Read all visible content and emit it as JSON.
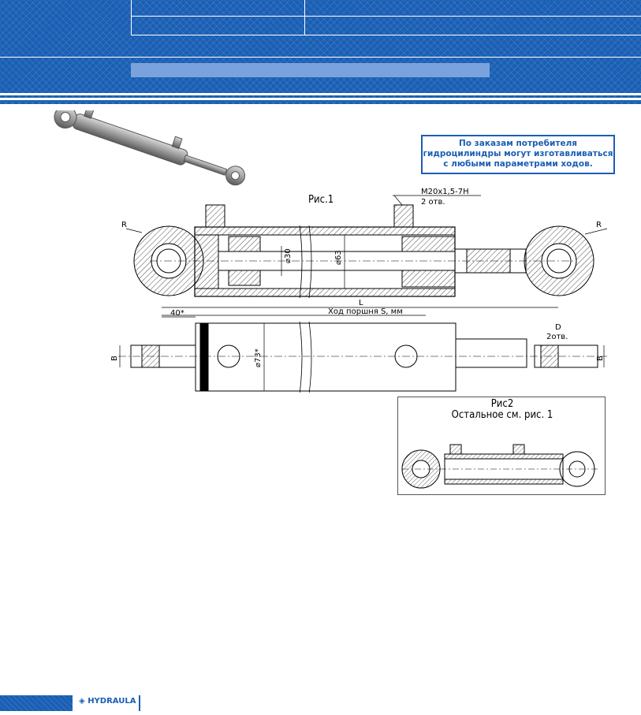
{
  "notice": {
    "line1": "По заказам потребителя",
    "line2": "гидроцилиндры могут изготавливаться",
    "line3": "с любыми параметрами ходов."
  },
  "figure1": {
    "label": "Рис.1",
    "thread_label": "M20x1,5-7H",
    "holes_label": "2 отв.",
    "radius_left": "R",
    "radius_right": "R",
    "rod_diameter": "⌀30",
    "bore_diameter": "⌀63",
    "length_label": "L",
    "stroke_label": "Ход поршня S, мм"
  },
  "figure1_side": {
    "offset_label": "40*",
    "outer_diameter": "⌀73*",
    "width_left": "B",
    "width_right": "B",
    "d_label": "D",
    "d_holes": "2отв."
  },
  "figure2": {
    "title": "Рис2",
    "subtitle": "Остальное см. рис. 1"
  },
  "footer": {
    "logo_text": "HYDRAULA"
  },
  "colors": {
    "brand_blue": "#1a5fb4",
    "light_blue": "#7aa3dd"
  }
}
